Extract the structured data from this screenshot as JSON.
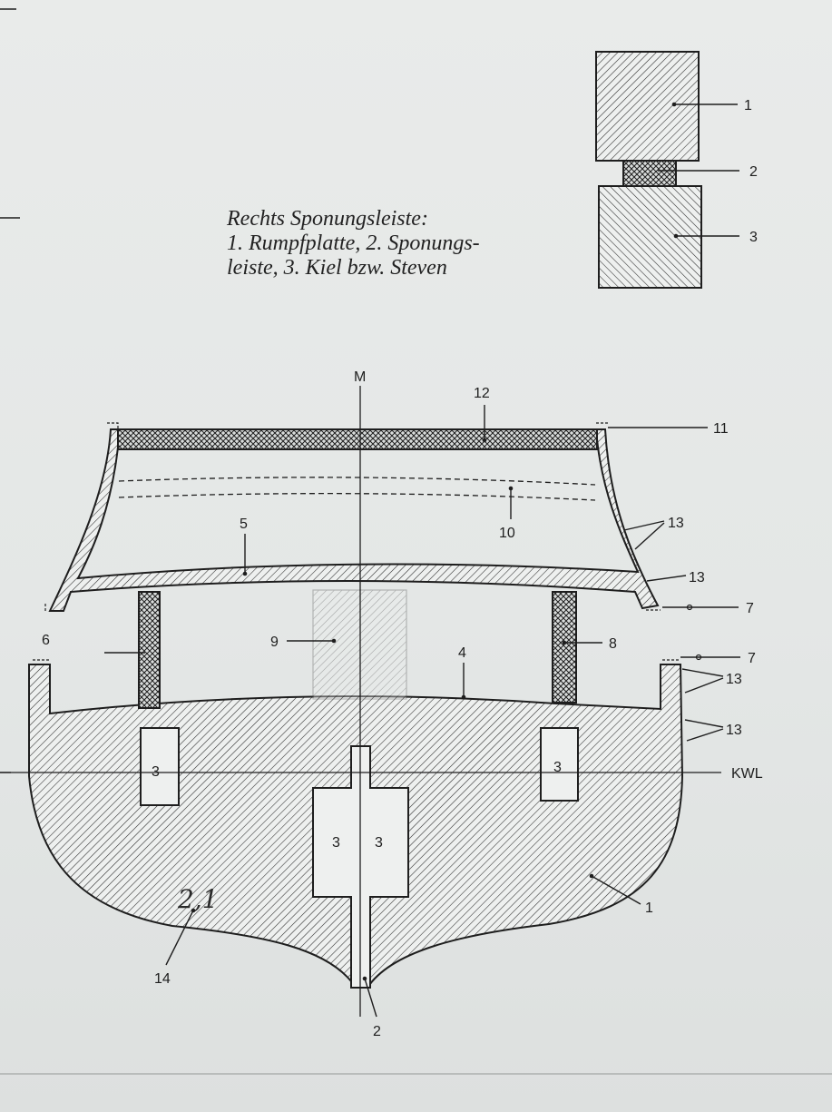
{
  "caption": {
    "line1": "Rechts Sponungsleiste:",
    "line2": "1. Rumpfplatte, 2. Sponungs-",
    "line3": "leiste, 3. Kiel bzw. Steven"
  },
  "detail_labels": {
    "hull_plate": "1",
    "rabbet_strip": "2",
    "keel": "3"
  },
  "section_labels": {
    "centerline": "M",
    "deck_top": "12",
    "rail_top": "11",
    "dashed_lines": "10",
    "upper_deck": "5",
    "planking_upper": "13",
    "planking_corner": "13",
    "rail_upper": "7",
    "rail_lower": "7",
    "opening": "6",
    "hatch": "9",
    "main_deck": "4",
    "stanchion": "8",
    "planking_lower": "13",
    "planking_bottom": "13",
    "waterline": "KWL",
    "keel_left": "3",
    "keel_right": "3",
    "stem_left": "3",
    "stem_right": "3",
    "hull": "1",
    "handwritten": "14",
    "rabbet": "2",
    "handwritten_note": "2,1"
  }
}
